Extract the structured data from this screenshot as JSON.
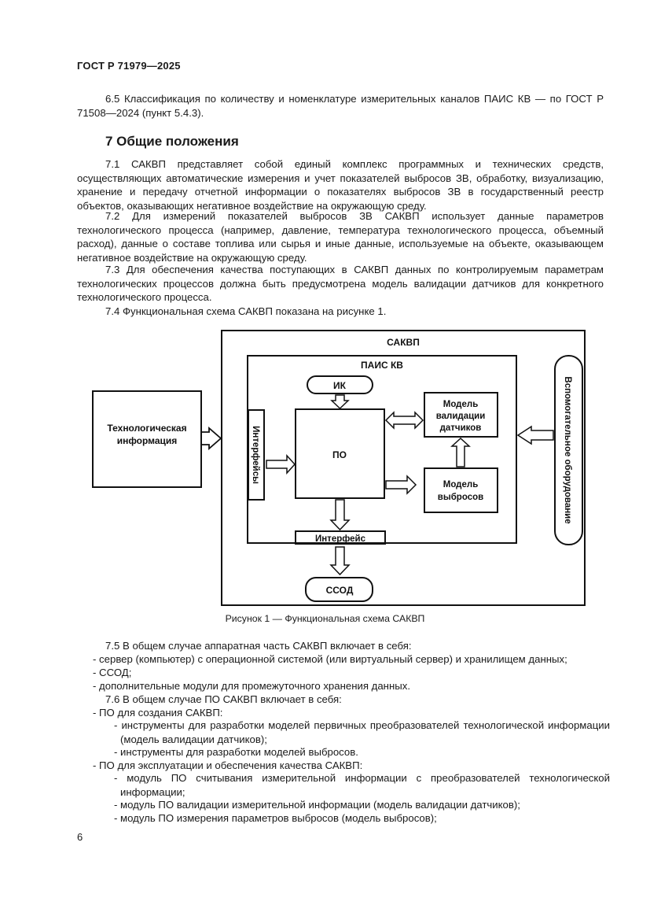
{
  "header": {
    "doc_id": "ГОСТ Р 71979—2025"
  },
  "para_6_5": "6.5 Классификация по количеству и номенклатуре измерительных каналов ПАИС КВ — по ГОСТ Р 71508—2024 (пункт 5.4.3).",
  "section": {
    "title": "7 Общие положения"
  },
  "paragraphs": [
    "7.1 САКВП представляет собой единый комплекс программных и технических средств, осуществляющих автоматические измерения и учет показателей выбросов ЗВ, обработку, визуализацию, хранение и передачу отчетной информации о показателях выбросов ЗВ в государственный реестр объектов, оказывающих негативное воздействие на окружающую среду.",
    "7.2 Для измерений показателей выбросов ЗВ САКВП использует данные параметров технологического процесса (например, давление, температура технологического процесса, объемный расход), данные о составе топлива или сырья и иные данные, используемые на объекте, оказывающем негативное воздействие на окружающую среду.",
    "7.3 Для обеспечения качества поступающих в САКВП данных по контролируемым параметрам технологических процессов должна быть предусмотрена модель валидации датчиков для конкретного технологического процесса.",
    "7.4 Функциональная схема САКВП показана на рисунке 1."
  ],
  "figure": {
    "outer_label": "САКВП",
    "inner_label": "ПАИС КВ",
    "ik": "ИК",
    "po": "ПО",
    "interfaces_vertical": "Интерфейсы",
    "interface_bottom": "Интерфейс",
    "model_validation_line1": "Модель",
    "model_validation_line2": "валидации",
    "model_validation_line3": "датчиков",
    "model_emissions_line1": "Модель",
    "model_emissions_line2": "выбросов",
    "tech_info_line1": "Технологическая",
    "tech_info_line2": "информация",
    "aux_equipment": "Вспомогательное оборудование",
    "ssod": "ССОД",
    "caption": "Рисунок 1 — Функциональная схема САКВП"
  },
  "para_7_5": {
    "intro": "7.5 В общем случае аппаратная часть САКВП включает в себя:",
    "items": [
      "- сервер (компьютер) с операционной системой (или виртуальный сервер) и хранилищем данных;",
      "- ССОД;",
      "- дополнительные модули для промежуточного хранения данных."
    ]
  },
  "para_7_6": {
    "intro": "7.6 В общем случае ПО САКВП включает в себя:",
    "item1": "- ПО для создания САКВП:",
    "item1_sub": [
      "- инструменты для разработки моделей первичных преобразователей технологической информации (модель валидации датчиков);",
      "- инструменты для разработки моделей выбросов."
    ],
    "item2": "- ПО для эксплуатации и обеспечения качества САКВП:",
    "item2_sub": [
      "- модуль ПО считывания измерительной информации с преобразователей технологической информации;",
      "- модуль ПО валидации измерительной информации (модель валидации датчиков);",
      "- модуль ПО измерения параметров выбросов (модель выбросов);"
    ]
  },
  "page_number": "6"
}
